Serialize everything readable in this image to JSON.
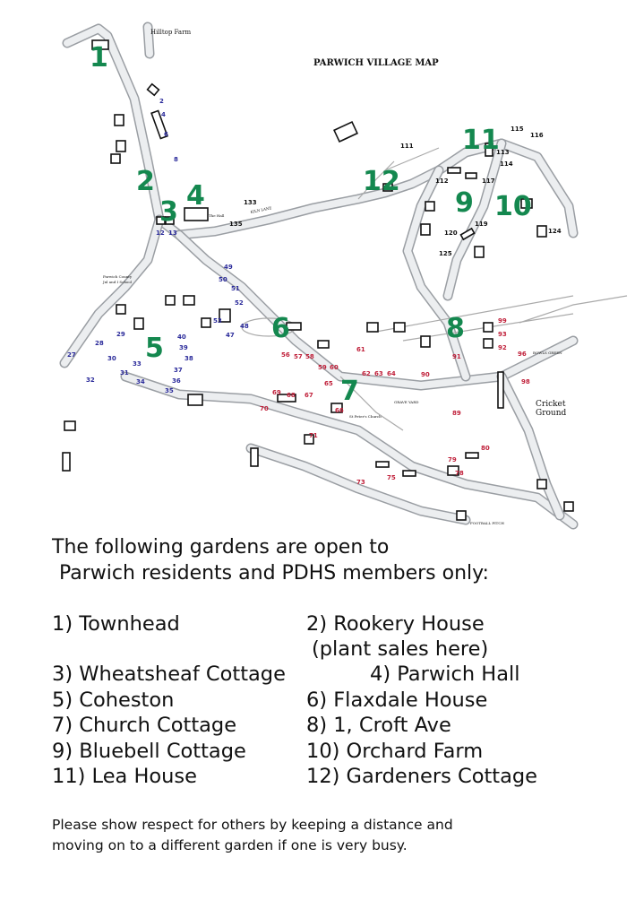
{
  "map": {
    "title": "PARWICH VILLAGE MAP",
    "labels": {
      "hilltop_farm": "Hilltop Farm",
      "cricket_ground_1": "Cricket",
      "cricket_ground_2": "Ground",
      "church": "St Peter's Church",
      "school_1": "Parwich County",
      "school_2": "Jnl and I School",
      "kiln_lane": "KILN LANE",
      "grave_yard": "GRAVE YARD",
      "football_pitch": "FOOTBALL PITCH",
      "bowls_green": "BOWLS GREEN",
      "the_hall": "The Hall"
    },
    "garden_markers": [
      "1",
      "2",
      "3",
      "4",
      "5",
      "6",
      "7",
      "8",
      "9",
      "10",
      "11",
      "12"
    ],
    "house_numbers_blue": [
      "2",
      "4",
      "6",
      "8",
      "12",
      "13",
      "49",
      "50",
      "51",
      "52",
      "53",
      "40",
      "39",
      "38",
      "37",
      "36",
      "35",
      "34",
      "33",
      "32",
      "31",
      "30",
      "29",
      "27",
      "28",
      "47",
      "48"
    ],
    "house_numbers_red": [
      "56",
      "57",
      "58",
      "59",
      "60",
      "61",
      "62",
      "63",
      "64",
      "65",
      "66",
      "67",
      "68",
      "69",
      "70",
      "71",
      "73",
      "75",
      "78",
      "79",
      "80",
      "89",
      "90",
      "91",
      "92",
      "93",
      "96",
      "98",
      "99"
    ],
    "house_numbers_black": [
      "111",
      "112",
      "113",
      "114",
      "115",
      "116",
      "117",
      "119",
      "120",
      "124",
      "125",
      "133",
      "135"
    ],
    "colors": {
      "marker": "#14884f",
      "blue_numbers": "#2a2a9a",
      "red_numbers": "#c0203a"
    }
  },
  "notice": {
    "intro_line1": "The following gardens are open to",
    "intro_line2": "Parwich residents and PDHS members only:",
    "gardens": [
      "1) Townhead",
      "2) Rookery House",
      "(plant sales here)",
      "3) Wheatsheaf Cottage",
      "4) Parwich Hall",
      "5) Coheston",
      "6) Flaxdale House",
      "7) Church Cottage",
      "8) 1, Croft Ave",
      "9) Bluebell Cottage",
      "10) Orchard Farm",
      "11) Lea House",
      "12) Gardeners Cottage"
    ],
    "note_line1": "Please show respect for others by keeping a distance and",
    "note_line2": "moving on to a different garden if one is very busy."
  }
}
